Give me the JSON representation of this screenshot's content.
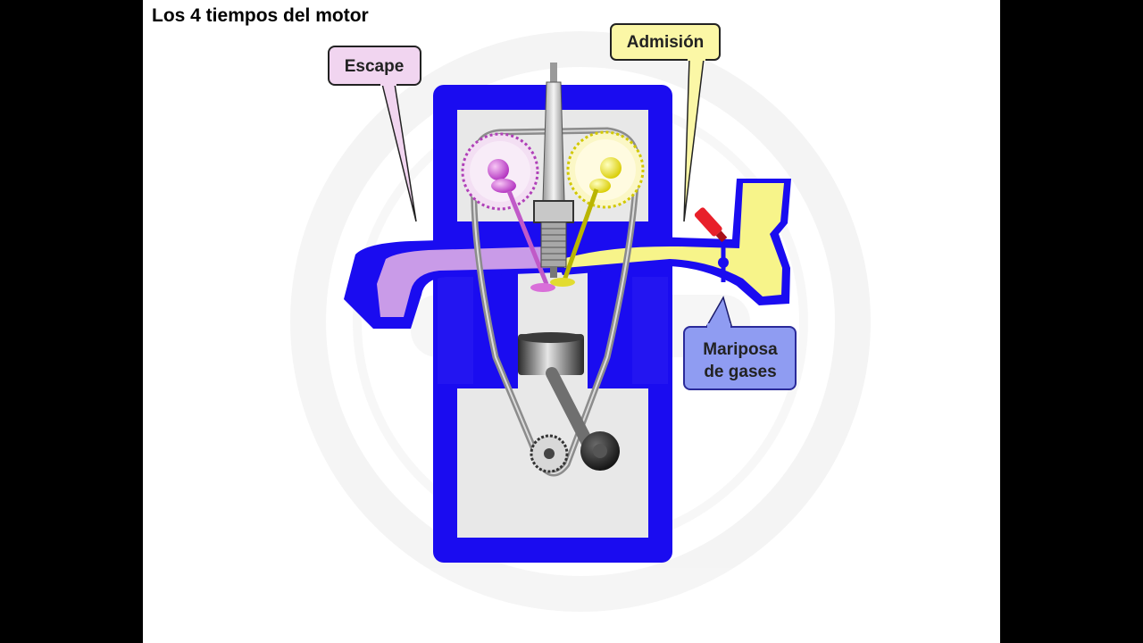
{
  "slide": {
    "title": "Los 4 tiempos del motor"
  },
  "callouts": {
    "escape": "Escape",
    "admision": "Admisión",
    "mariposa_line1": "Mariposa",
    "mariposa_line2": "de gases"
  },
  "colors": {
    "engine_block": "#1a0cf0",
    "chamber_fill": "#e8e8e8",
    "exhaust": "#c99be8",
    "intake": "#f7f48a",
    "exhaust_callout_bg": "#f1d5f0",
    "intake_callout_bg": "#fbf7a6",
    "mariposa_callout_bg": "#8f9cf2",
    "injector": "#e8202a"
  },
  "icons": {
    "background": "steering-wheel-watermark",
    "exhaust_cam": "exhaust-camshaft-gear-icon",
    "intake_cam": "intake-camshaft-gear-icon",
    "spark_plug": "spark-plug-icon",
    "piston": "piston-icon",
    "crankshaft": "crankshaft-gear-icon",
    "throttle": "throttle-valve-icon",
    "injector": "fuel-injector-icon"
  }
}
